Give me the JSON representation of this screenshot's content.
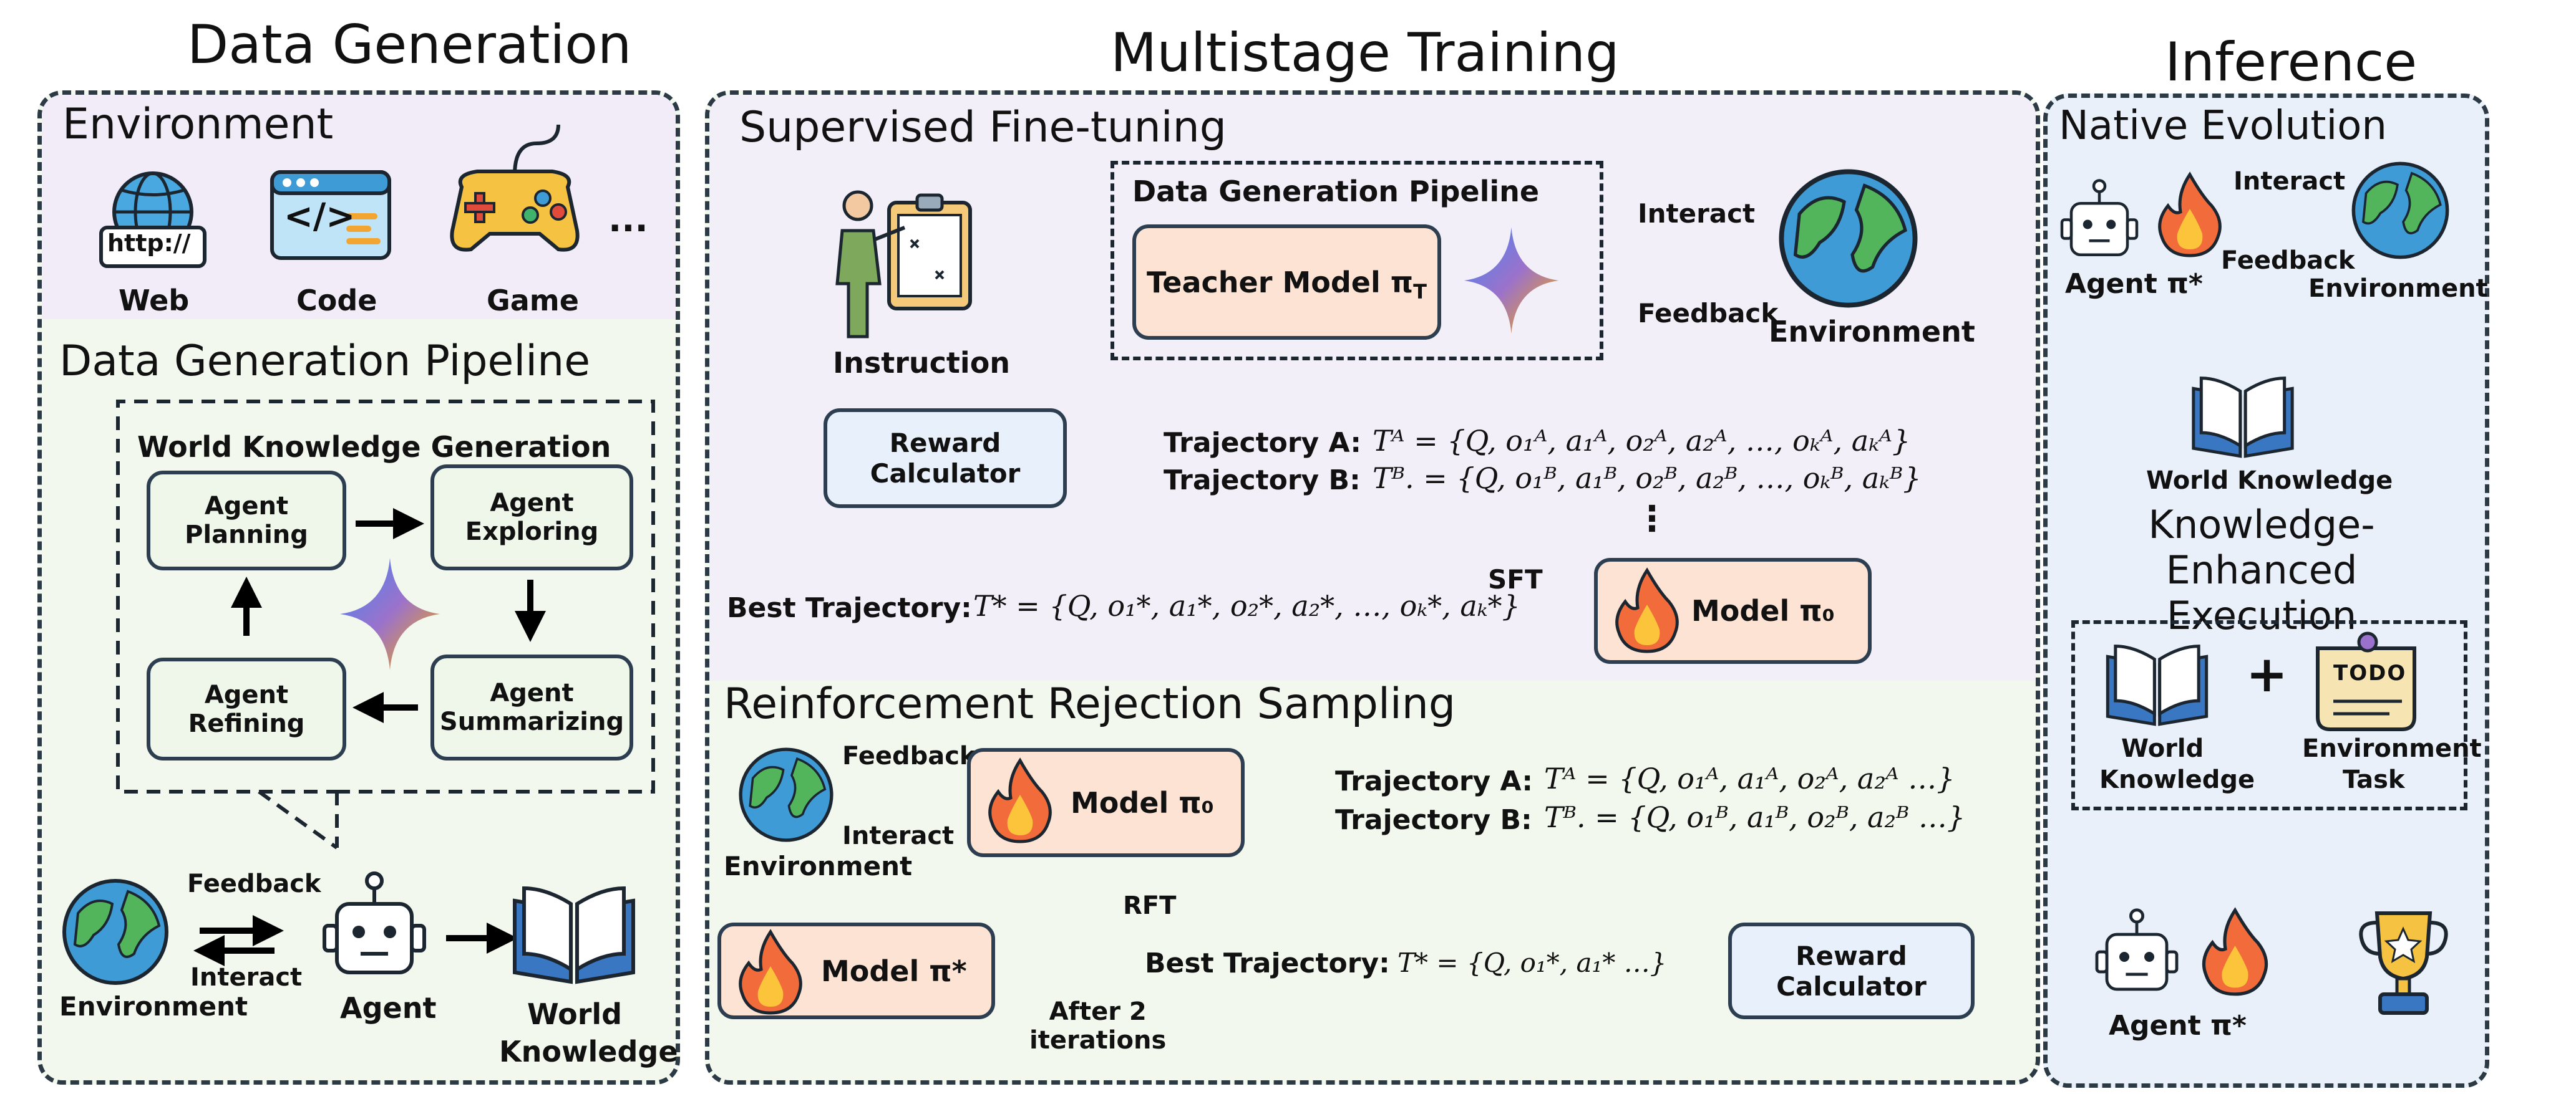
{
  "sections": {
    "data_generation": "Data Generation",
    "multistage_training": "Multistage Training",
    "inference": "Inference"
  },
  "data_generation": {
    "environment_title": "Environment",
    "env_items": [
      "Web",
      "Code",
      "Game"
    ],
    "env_more": "...",
    "browser_text": "http://",
    "code_text": "</>",
    "pipeline_title": "Data Generation Pipeline",
    "wkg_title": "World Knowledge Generation",
    "agent_planning": "Agent\nPlanning",
    "agent_exploring": "Agent\nExploring",
    "agent_summarizing": "Agent\nSummarizing",
    "agent_refining": "Agent\nRefining",
    "feedback": "Feedback",
    "interact": "Interact",
    "environment": "Environment",
    "agent": "Agent",
    "world_knowledge_1": "World",
    "world_knowledge_2": "Knowledge"
  },
  "sft": {
    "title": "Supervised Fine-tuning",
    "instruction": "Instruction",
    "pipeline_title": "Data Generation Pipeline",
    "teacher_model": "Teacher Model π",
    "teacher_sub": "T",
    "interact": "Interact",
    "feedback": "Feedback",
    "environment": "Environment",
    "reward_calc": "Reward\nCalculator",
    "traj_a_label": "Trajectory A:",
    "traj_a_formula": "Tᴬ = {Q, o₁ᴬ, a₁ᴬ, o₂ᴬ, a₂ᴬ, …, oₖᴬ, aₖᴬ}",
    "traj_b_label": "Trajectory B:",
    "traj_b_formula": "Tᴮ. = {Q, o₁ᴮ, a₁ᴮ, o₂ᴮ, a₂ᴮ, …, oₖᴮ, aₖᴮ}",
    "dots": "⋮",
    "best_label": "Best Trajectory:",
    "best_formula": "T* = {Q, o₁*, a₁*, o₂*, a₂*, …, oₖ*, aₖ*}",
    "sft_label": "SFT",
    "model": "Model π₀"
  },
  "rrs": {
    "title": "Reinforcement Rejection Sampling",
    "feedback": "Feedback",
    "interact": "Interact",
    "environment": "Environment",
    "model0": "Model π₀",
    "traj_a_label": "Trajectory A:",
    "traj_a_formula": "Tᴬ = {Q, o₁ᴬ, a₁ᴬ, o₂ᴬ, a₂ᴬ …}",
    "traj_b_label": "Trajectory B:",
    "traj_b_formula": "Tᴮ. = {Q, o₁ᴮ, a₁ᴮ, o₂ᴮ, a₂ᴮ …}",
    "rft": "RFT",
    "reward_calc": "Reward\nCalculator",
    "best_label": "Best Trajectory:",
    "best_formula": "T* = {Q, o₁*, a₁* …}",
    "model_star": "Model π*",
    "after": "After 2\niterations"
  },
  "inference": {
    "native_title": "Native Evolution",
    "interact": "Interact",
    "feedback": "Feedback",
    "agent": "Agent π*",
    "environment": "Environment",
    "world_knowledge": "World Knowledge",
    "keh_title": "Knowledge-Enhanced\nExecution",
    "wk_1": "World",
    "wk_2": "Knowledge",
    "plus": "+",
    "todo": "TODO",
    "task_1": "Environment",
    "task_2": "Task",
    "agent_bottom": "Agent π*"
  },
  "colors": {
    "panel_border": "#2b3a45",
    "sft_bg": "#f3eff9",
    "rrs_bg": "#f2f8ee",
    "env_bg": "#f1ecf8",
    "pipeline_bg": "#f3f8ee",
    "inference_bg": "#eaf0fa",
    "green_box": "#eef7e9",
    "blue_box": "#e8f1fb",
    "peach_box": "#fde3d4"
  },
  "icons": [
    "globe-icon",
    "browser-icon",
    "code-icon",
    "gamepad-icon",
    "sparkle-icon",
    "robot-icon",
    "book-icon",
    "teacher-icon",
    "fire-icon",
    "todo-icon",
    "trophy-icon"
  ]
}
